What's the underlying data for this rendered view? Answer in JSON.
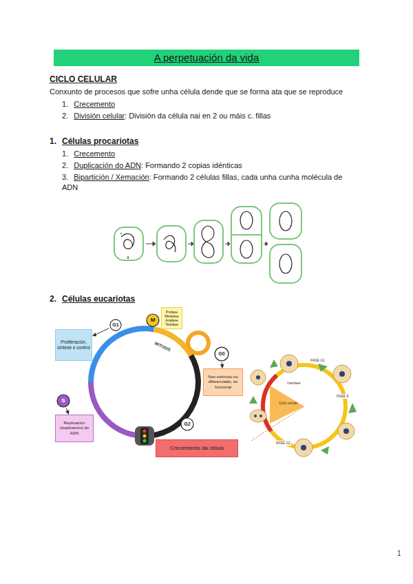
{
  "diagram": {
    "title": "A perpetuación da vida",
    "nodes": [
      {
        "text": [
          "G1"
        ]
      },
      {
        "text": [
          "M"
        ]
      },
      {
        "text": [
          "Profase Metafase Anafase Telofase"
        ]
      },
      {
        "text": [
          "Proliferación, síntese e control"
        ]
      },
      {
        "text": [
          "G0"
        ]
      },
      {
        "text": [
          "Non estímulo ou diferenciado, só funcional"
        ]
      },
      {
        "text": [
          "S"
        ]
      },
      {
        "text": [
          "Replicación (duplicación) do ADN"
        ]
      },
      {
        "text": [
          "G2"
        ]
      },
      {
        "text": [
          "Crecemento da célula"
        ]
      }
    ],
    "edges": [
      {
        "from": 0,
        "to": 3,
        "arrow": "to"
      },
      {
        "from": 4,
        "to": 5,
        "arrow": "to"
      },
      {
        "from": 6,
        "to": 7,
        "arrow": "to"
      }
    ],
    "labels": [
      "CICLO CELULAR",
      "Conxunto de procesos que sofre unha célula dende que se forma ata que se reproduce",
      "1.",
      "Crecemento",
      "2.",
      "División celular",
      ": División da célula nai en 2 ou máis c. fillas",
      "1.",
      "Células procariotas",
      "1.",
      "Crecemento",
      "2.",
      "Duplicación do ADN",
      ": Formando 2 copias idénticas",
      "3.",
      "Bipartición / Xemación",
      ": Formando 2 células fillas, cada unha cunha molécula de ADN",
      "2.",
      "Células eucariotas",
      "MITOSIS",
      "FASE G1",
      "Interfase",
      "Ciclo celular",
      "FASE S",
      "FASE G2",
      "1"
    ]
  }
}
